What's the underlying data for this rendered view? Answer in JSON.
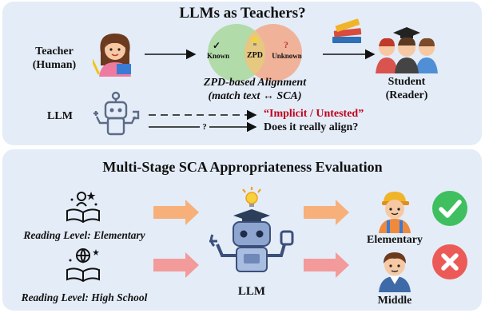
{
  "top_panel": {
    "title": "LLMs as Teachers?",
    "teacher_label_1": "Teacher",
    "teacher_label_2": "(Human)",
    "venn_left": "Known",
    "venn_center": "ZPD",
    "venn_right": "Unknown",
    "venn_check_mark": "✓",
    "venn_question_mark": "?",
    "alignment_line_1": "ZPD-based Alignment",
    "alignment_line_2": "(match text ↔ SCA)",
    "student_label_1": "Student",
    "student_label_2": "(Reader)",
    "llm_label": "LLM",
    "implicit_text": "“Implicit / Untested”",
    "question_mark": "?",
    "align_question": "Does it really align?"
  },
  "bottom_panel": {
    "title": "Multi-Stage SCA Appropriateness Evaluation",
    "reading_level_elementary": "Reading Level: Elementary",
    "reading_level_high_school": "Reading Level: High School",
    "llm_label": "LLM",
    "elementary_label": "Elementary",
    "middle_label": "Middle"
  },
  "colors": {
    "panel_bg": "#e4ecf7",
    "venn_known": "#a8d89a",
    "venn_unknown": "#f2a98a",
    "implicit_red": "#c0001c",
    "arrow_orange": "#f7b07a",
    "arrow_pink": "#f39a9a",
    "check_green": "#3fbf5f",
    "cross_red": "#ec5a57"
  }
}
